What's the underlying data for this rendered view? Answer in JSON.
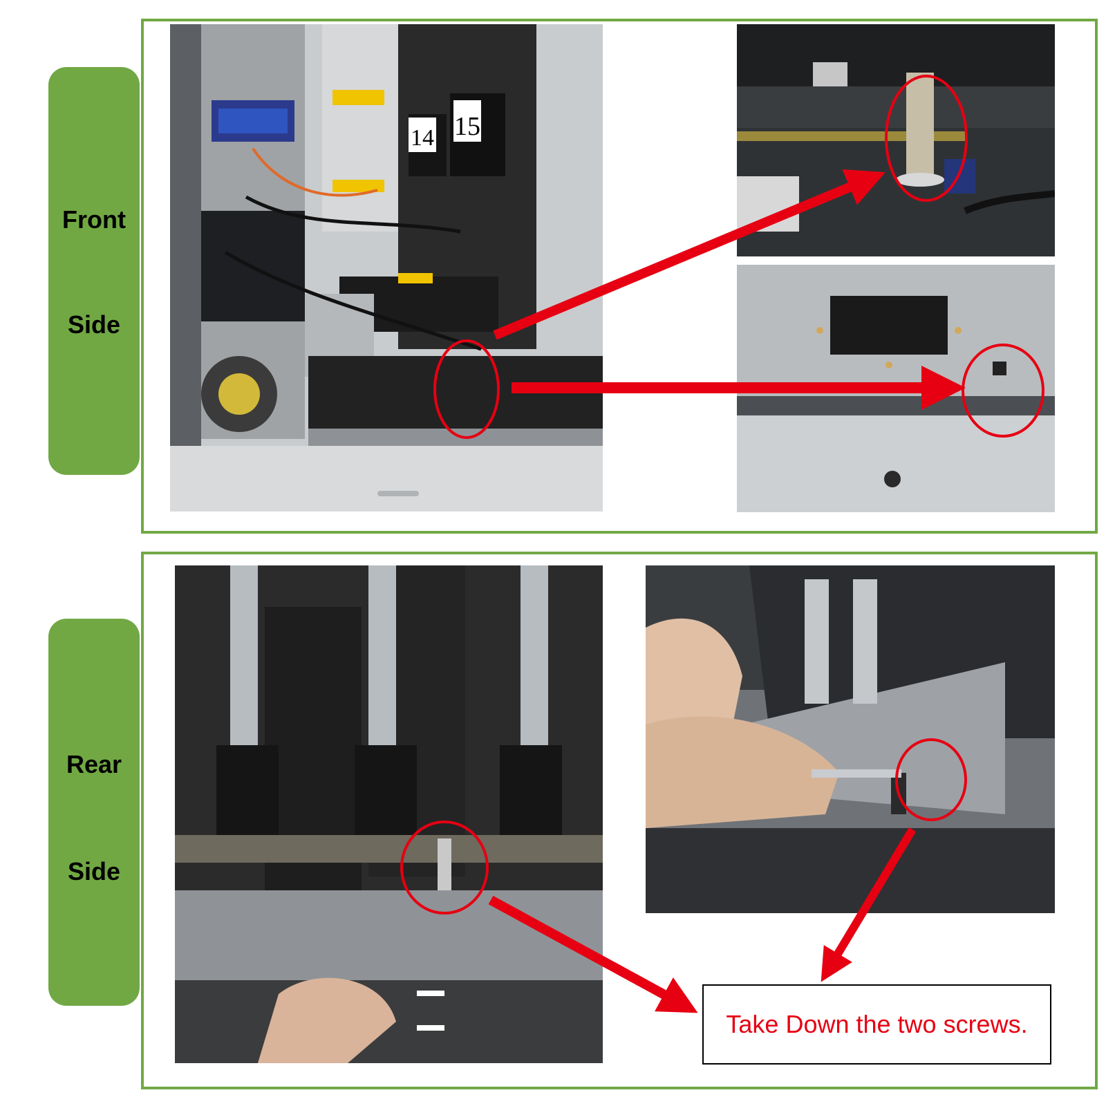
{
  "front": {
    "label_line1": "Front",
    "label_line2": "Side",
    "cabinet_numbers": [
      "14",
      "15"
    ]
  },
  "rear": {
    "label_line1": "Rear",
    "label_line2": "Side"
  },
  "callout": {
    "text": "Take Down the two screws.",
    "text_color": "#e60012"
  },
  "colors": {
    "tab_green": "#71a844",
    "panel_border": "#71a844",
    "highlight_red": "#e60012"
  }
}
